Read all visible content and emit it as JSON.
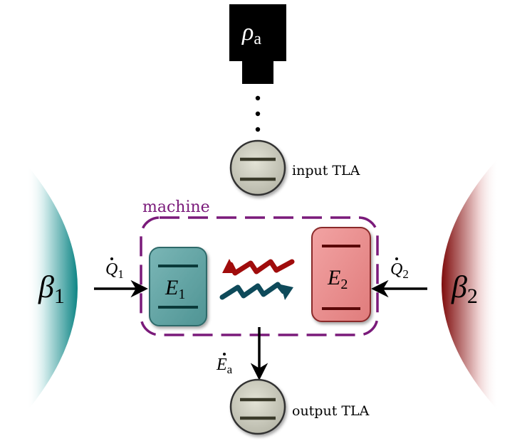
{
  "diagram": {
    "source": {
      "symbol": "ρ",
      "subscript": "a",
      "dots": "⋮"
    },
    "input_tla": {
      "label": "input TLA"
    },
    "output_tla": {
      "label": "output TLA"
    },
    "machine": {
      "label": "machine",
      "accent_color": "#7a1a7a",
      "level1": {
        "symbol": "E",
        "subscript": "1",
        "color": "#5a9e9e"
      },
      "level2": {
        "symbol": "E",
        "subscript": "2",
        "color": "#e88a8a"
      }
    },
    "bath_cold": {
      "symbol": "β",
      "subscript": "1",
      "color": "#138a8a"
    },
    "bath_hot": {
      "symbol": "β",
      "subscript": "2",
      "color": "#8a1010"
    },
    "flows": {
      "heat1": {
        "symbol": "Q",
        "subscript": "1"
      },
      "heat2": {
        "symbol": "Q",
        "subscript": "2"
      },
      "energy_out": {
        "symbol": "E",
        "subscript": "a"
      }
    }
  }
}
